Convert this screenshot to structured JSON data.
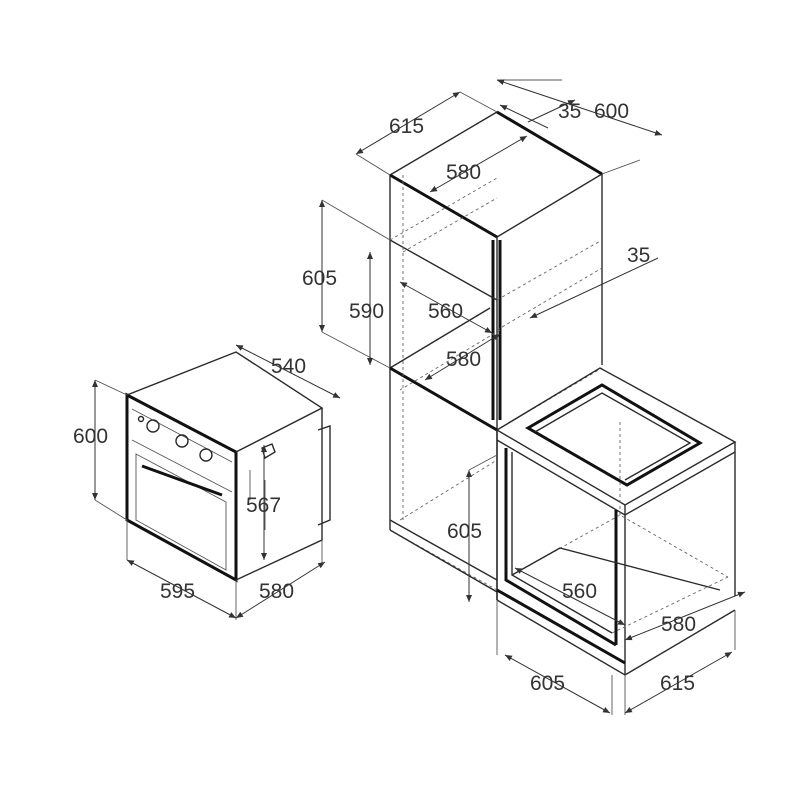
{
  "oven": {
    "height": "600",
    "depth_top": "540",
    "width_front": "595",
    "depth_bottom": "580",
    "niche_height": "567"
  },
  "tall_cabinet": {
    "top_width": "615",
    "top_inner": "580",
    "gap": "35",
    "top_depth": "600",
    "side_gap": "35",
    "outer_height": "605",
    "inner_height": "590",
    "inner_depth": "560",
    "inner_width": "580"
  },
  "base_cabinet": {
    "height": "605",
    "inner_depth": "560",
    "inner_width": "580",
    "outer_width": "605",
    "outer_depth": "615"
  }
}
